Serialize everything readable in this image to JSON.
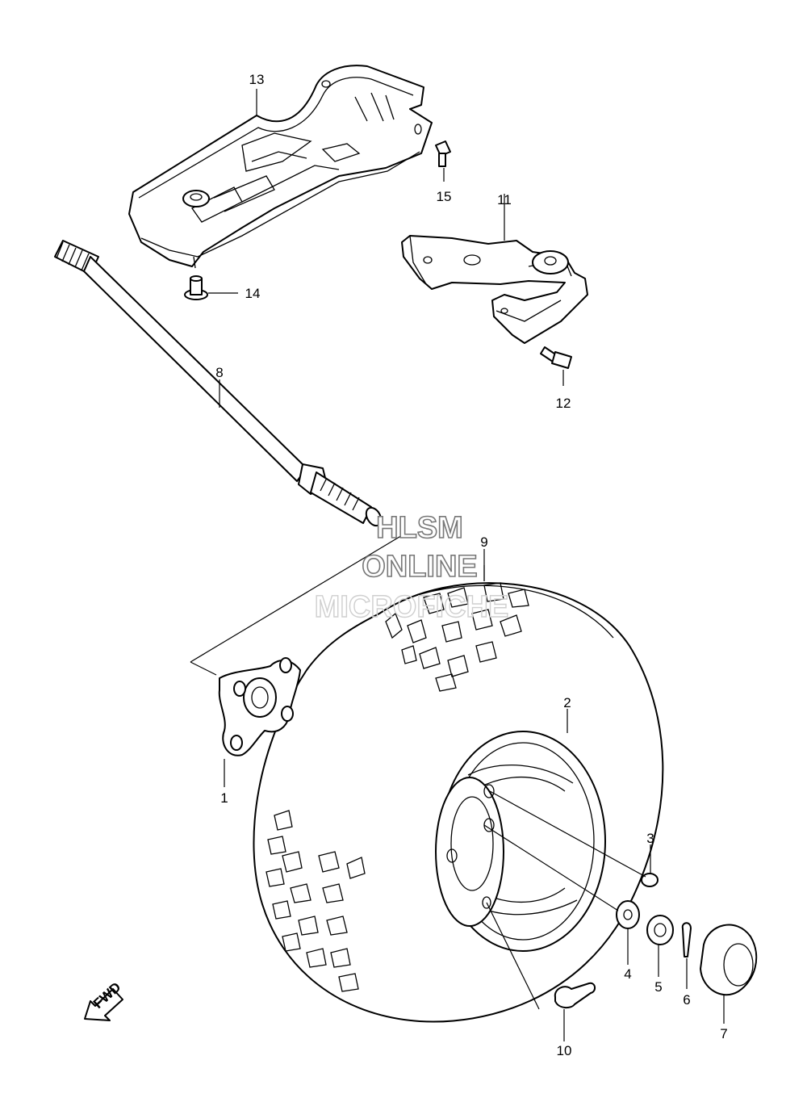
{
  "callouts": {
    "c1": "1",
    "c2": "2",
    "c3": "3",
    "c4": "4",
    "c5": "5",
    "c6": "6",
    "c7": "7",
    "c8": "8",
    "c9": "9",
    "c10": "10",
    "c11": "11",
    "c12": "12",
    "c13": "13",
    "c14": "14",
    "c15": "15"
  },
  "watermark": {
    "line1": "HLSM",
    "line2": "ONLINE",
    "line3": "MICROFICHE"
  },
  "fwd_label": "FWD"
}
